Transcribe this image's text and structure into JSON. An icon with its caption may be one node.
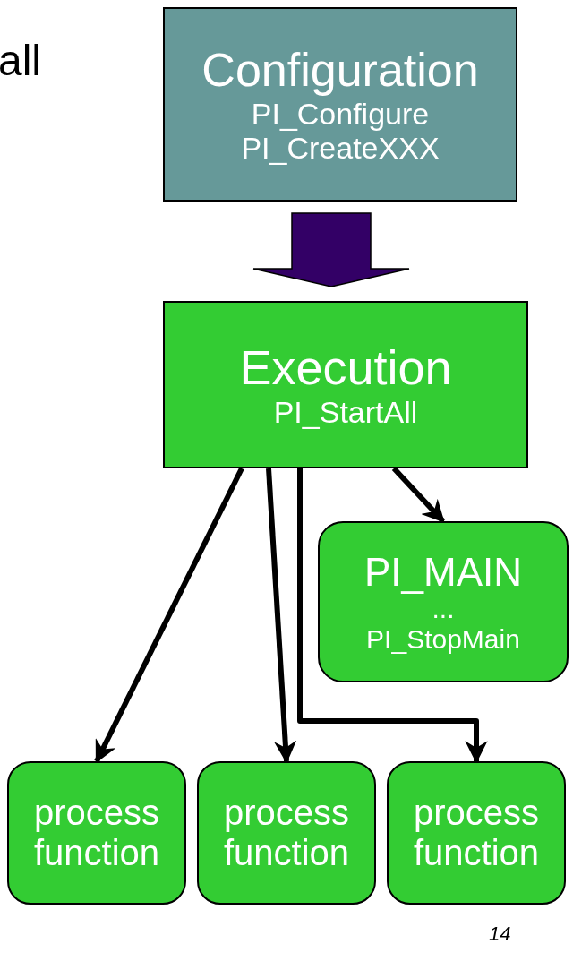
{
  "diagram": {
    "nodes": [
      {
        "text": [
          "Configuration",
          "PI_Configure PI_CreateXXX"
        ]
      },
      {
        "text": [
          "Execution",
          "PI_StartAll"
        ]
      },
      {
        "text": [
          "PI_MAIN",
          "...",
          "PI_StopMain"
        ]
      },
      {
        "text": [
          "process function"
        ]
      },
      {
        "text": [
          "process function"
        ]
      },
      {
        "text": [
          "process function"
        ]
      }
    ],
    "edges": [
      {
        "from": 0,
        "to": 1,
        "arrow": "to",
        "style": "thick",
        "color": "#330066"
      },
      {
        "from": 1,
        "to": 2,
        "arrow": "to"
      },
      {
        "from": 1,
        "to": 3,
        "arrow": "to"
      },
      {
        "from": 1,
        "to": 4,
        "arrow": "to"
      },
      {
        "from": 1,
        "to": 5,
        "arrow": "to"
      }
    ],
    "labels": [
      "all",
      "14"
    ]
  }
}
